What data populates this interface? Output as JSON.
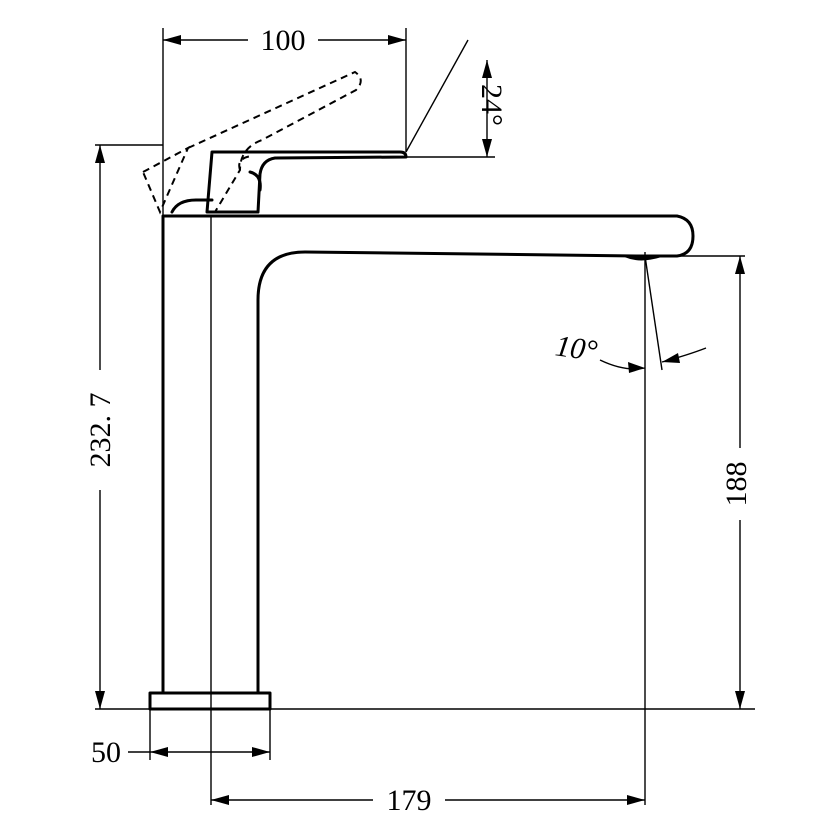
{
  "dimensions": {
    "handle_length": "100",
    "handle_angle": "24°",
    "total_height": "232. 7",
    "spout_angle": "10°",
    "spout_height": "188",
    "base_width": "50",
    "spout_reach": "179"
  }
}
